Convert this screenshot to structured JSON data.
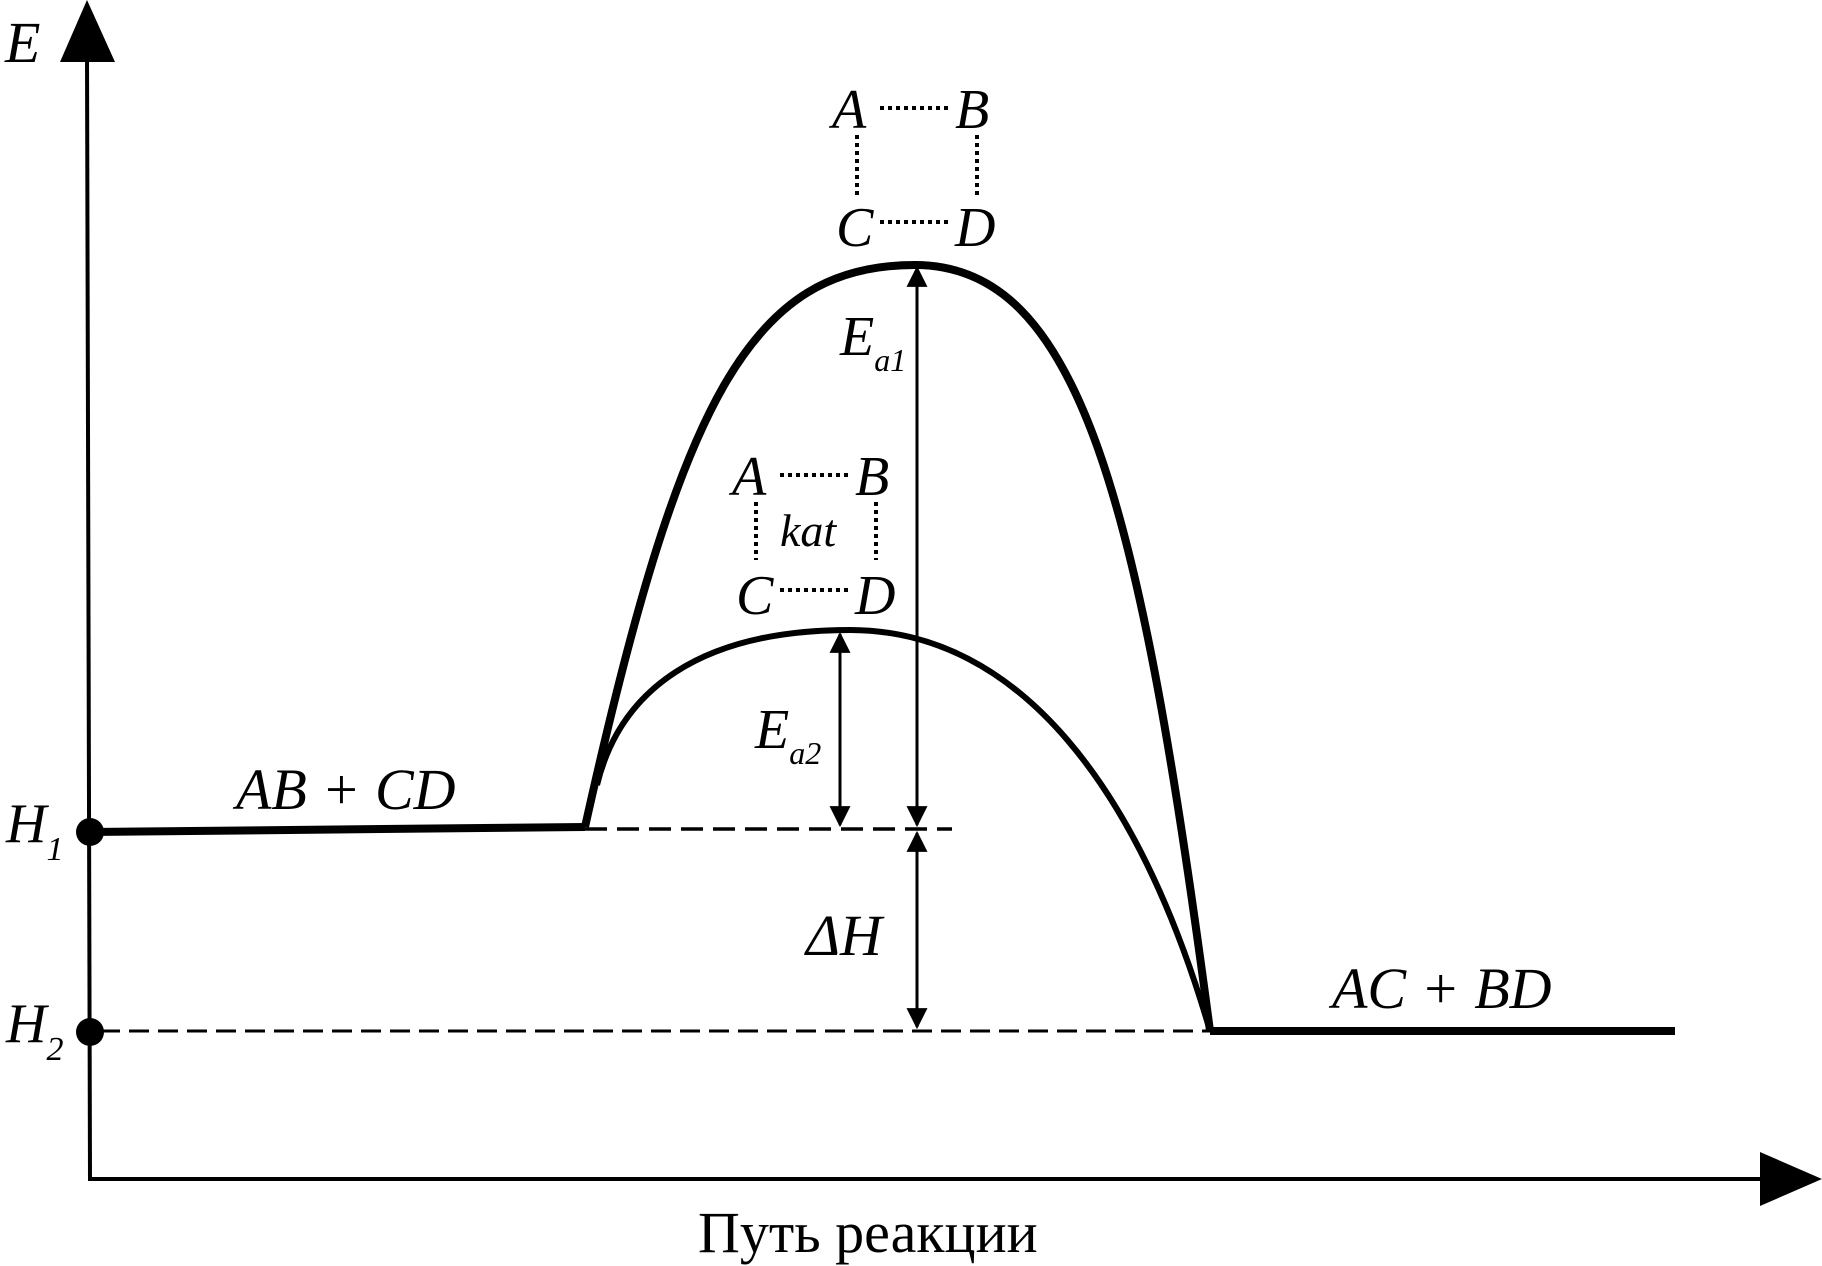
{
  "axes": {
    "y_label": "E",
    "x_label": "Путь реакции"
  },
  "levels": {
    "h1": {
      "base": "H",
      "sub": "1"
    },
    "h2": {
      "base": "H",
      "sub": "2"
    }
  },
  "species": {
    "reactants": "AB + CD",
    "products": "AC + BD"
  },
  "transition_state_uncatalyzed": {
    "a": "A",
    "b": "B",
    "c": "C",
    "d": "D"
  },
  "transition_state_catalyzed": {
    "a": "A",
    "b": "B",
    "c": "C",
    "d": "D",
    "center": "kat"
  },
  "energies": {
    "ea1": {
      "base": "E",
      "sub": "a1"
    },
    "ea2": {
      "base": "E",
      "sub": "a2"
    },
    "delta_h": "ΔH"
  },
  "colors": {
    "ink": "#000000",
    "background": "#ffffff"
  }
}
